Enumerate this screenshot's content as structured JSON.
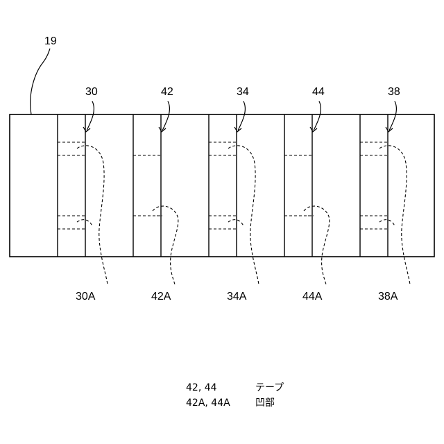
{
  "diagram": {
    "outer_label": "19",
    "cells": [
      {
        "tape_label": "30",
        "recess_label": "30A",
        "recess_style": "double"
      },
      {
        "tape_label": "42",
        "recess_label": "42A",
        "recess_style": "single"
      },
      {
        "tape_label": "34",
        "recess_label": "34A",
        "recess_style": "double"
      },
      {
        "tape_label": "44",
        "recess_label": "44A",
        "recess_style": "single"
      },
      {
        "tape_label": "38",
        "recess_label": "38A",
        "recess_style": "double"
      }
    ]
  },
  "legend": {
    "items": [
      {
        "key": "42, 44",
        "value": "テープ"
      },
      {
        "key": "42A, 44A",
        "value": "凹部"
      }
    ]
  },
  "colors": {
    "line": "#000000",
    "background": "#ffffff"
  }
}
